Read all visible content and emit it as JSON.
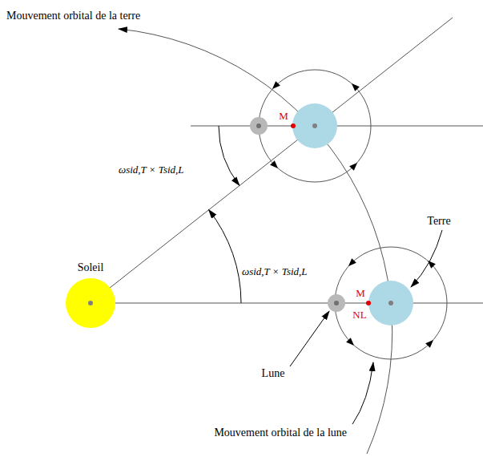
{
  "diagram": {
    "labels": [
      "Mouvement orbital de la terre",
      "M",
      "ωsid,T × Tsid,L",
      "Terre",
      "ωsid,T × Tsid,L",
      "Soleil",
      "M",
      "NL",
      "Lune",
      "Mouvement orbital de la lune"
    ]
  }
}
